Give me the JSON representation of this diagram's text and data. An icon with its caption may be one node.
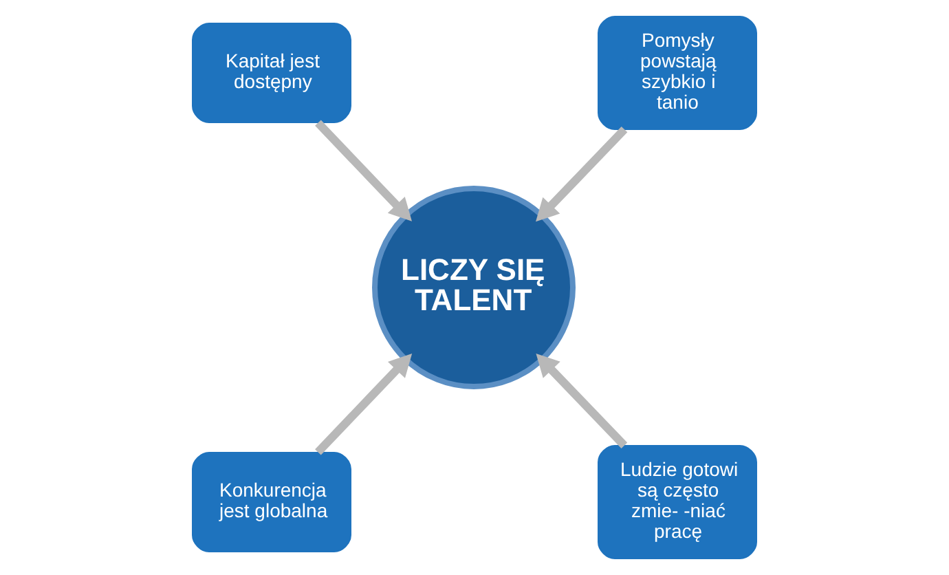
{
  "diagram": {
    "nodes": [
      {
        "text": [
          "LICZY SIĘ TALENT"
        ]
      },
      {
        "text": [
          "Kapitał jest dostępny"
        ]
      },
      {
        "text": [
          "Pomysły powstają szybkio i tanio"
        ]
      },
      {
        "text": [
          "Konkurencja jest globalna"
        ]
      },
      {
        "text": [
          "Ludzie gotowi są często zmie- -niać pracę"
        ]
      }
    ],
    "edges": [
      {
        "from": 1,
        "to": 0,
        "arrow": "to"
      },
      {
        "from": 2,
        "to": 0,
        "arrow": "to"
      },
      {
        "from": 3,
        "to": 0,
        "arrow": "to"
      },
      {
        "from": 4,
        "to": 0,
        "arrow": "to"
      }
    ]
  }
}
